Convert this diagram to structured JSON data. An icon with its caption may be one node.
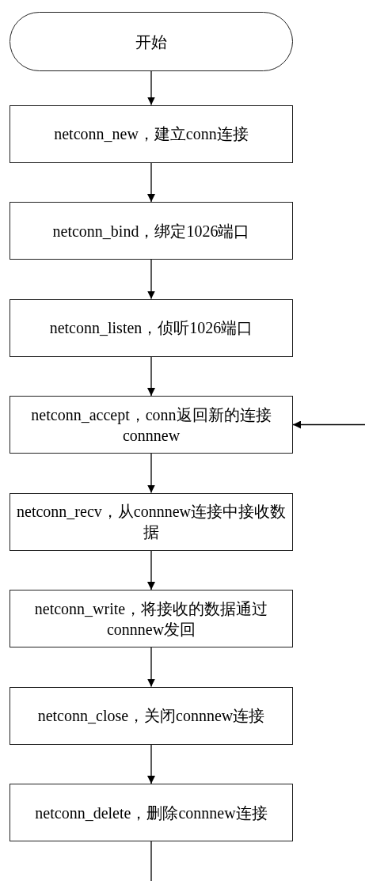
{
  "diagram": {
    "nodes": [
      {
        "text": [
          "开始"
        ]
      },
      {
        "text": [
          "netconn_new，建立conn连接"
        ]
      },
      {
        "text": [
          "netconn_bind，绑定1026端口"
        ]
      },
      {
        "text": [
          "netconn_listen，侦听1026端口"
        ]
      },
      {
        "text": [
          "netconn_accept，conn返回新的连接 connnew"
        ]
      },
      {
        "text": [
          "netconn_recv，从connnew连接中接收数据"
        ]
      },
      {
        "text": [
          "netconn_write，将接收的数据通过 connnew发回"
        ]
      },
      {
        "text": [
          "netconn_close，关闭connnew连接"
        ]
      },
      {
        "text": [
          "netconn_delete，删除connnew连接"
        ]
      }
    ],
    "edges": [
      {
        "from": 0,
        "to": 1,
        "arrow": "to"
      },
      {
        "from": 1,
        "to": 2,
        "arrow": "to"
      },
      {
        "from": 2,
        "to": 3,
        "arrow": "to"
      },
      {
        "from": 3,
        "to": 4,
        "arrow": "to"
      },
      {
        "from": 4,
        "to": 5,
        "arrow": "to"
      },
      {
        "from": 5,
        "to": 6,
        "arrow": "to"
      },
      {
        "from": 6,
        "to": 7,
        "arrow": "to"
      },
      {
        "from": 7,
        "to": 8,
        "arrow": "to"
      },
      {
        "from": null,
        "to": 4,
        "arrow": "to"
      },
      {
        "from": 8,
        "to": null,
        "arrow": "none"
      }
    ]
  }
}
